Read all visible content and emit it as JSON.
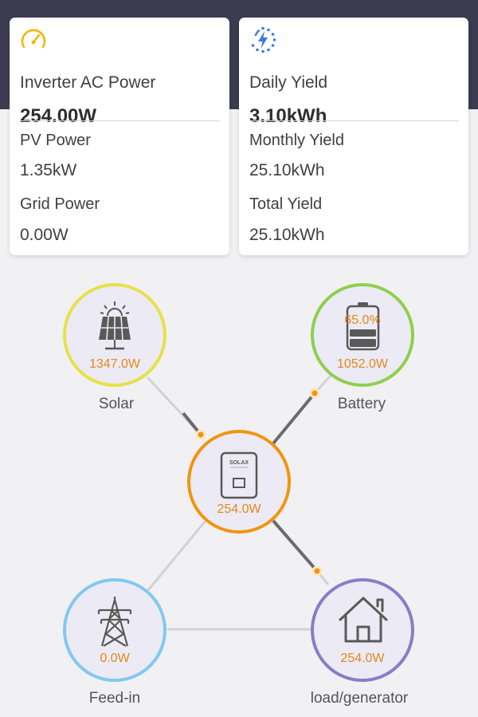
{
  "summary": {
    "left_card": {
      "icon": "speedometer-icon",
      "title": "Inverter AC Power",
      "value": "254.00W",
      "rows": [
        {
          "label": "PV Power",
          "value": "1.35kW"
        },
        {
          "label": "Grid Power",
          "value": "0.00W"
        }
      ]
    },
    "right_card": {
      "icon": "energy-bolt-icon",
      "title": "Daily Yield",
      "value": "3.10kWh",
      "rows": [
        {
          "label": "Monthly Yield",
          "value": "25.10kWh"
        },
        {
          "label": "Total Yield",
          "value": "25.10kWh"
        }
      ]
    }
  },
  "flow": {
    "solar": {
      "value": "1347.0W",
      "label": "Solar",
      "icon": "solar-panel-icon"
    },
    "battery": {
      "value": "1052.0W",
      "level": "65.0%",
      "label": "Battery",
      "icon": "battery-icon"
    },
    "inverter": {
      "value": "254.0W",
      "icon": "inverter-icon",
      "brand": "SOLAX"
    },
    "grid": {
      "value": "0.0W",
      "label": "Feed-in",
      "icon": "power-tower-icon"
    },
    "load": {
      "value": "254.0W",
      "label": "load/generator",
      "icon": "house-icon"
    }
  },
  "colors": {
    "header": "#3c3b4f",
    "accent": "#e4871a",
    "solar_ring": "#e8e04a",
    "battery_ring": "#8fcf4d",
    "inverter_ring": "#f0950f",
    "grid_ring": "#83c8ef",
    "load_ring": "#8d7ac7"
  }
}
